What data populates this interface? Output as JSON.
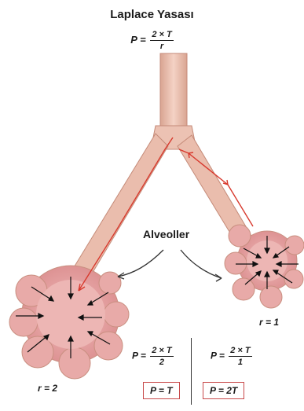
{
  "title": "Laplace Yasası",
  "main_formula": {
    "lhs": "P =",
    "numerator": "2 × T",
    "denominator": "r"
  },
  "alveoli_label": "Alveoller",
  "radius_left": "r = 2",
  "radius_right": "r = 1",
  "formula_left": {
    "lhs": "P =",
    "numerator": "2 × T",
    "denominator": "2"
  },
  "formula_right": {
    "lhs": "P =",
    "numerator": "2 × T",
    "denominator": "1"
  },
  "result_left": "P = T",
  "result_right": "P = 2T",
  "colors": {
    "tissue": "#e8b7a8",
    "tissue_dark": "#c98f80",
    "alveolus": "#e6a7a6",
    "arrow": "#d83a2e",
    "box": "#c8494a"
  }
}
